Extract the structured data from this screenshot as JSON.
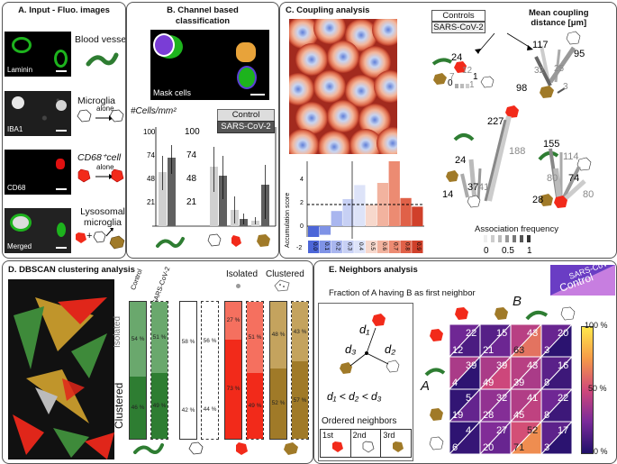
{
  "panelA": {
    "title": "A. Input - Fluo. images",
    "images": [
      {
        "label": "Laminin",
        "desc": "Blood vessels"
      },
      {
        "label": "IBA1",
        "desc": "Microglia"
      },
      {
        "label": "CD68",
        "desc": "CD68⁺cell"
      },
      {
        "label": "Merged",
        "desc": "Lysosomal microglia"
      }
    ],
    "alone_label": "alone",
    "plus_sign": "+"
  },
  "panelB": {
    "title_line1": "B. Channel based",
    "title_line2": "classification",
    "mask_label": "Mask cells",
    "ylabel": "#Cells/mm²",
    "yticks": [
      "100",
      "74",
      "48",
      "21"
    ],
    "legend": [
      "Control",
      "SARS-CoV-2"
    ]
  },
  "panelC": {
    "title": "C. Coupling analysis",
    "legend": [
      "Controls",
      "SARS-CoV-2"
    ],
    "distance_label_1": "Mean coupling",
    "distance_label_2": "distance [μm]",
    "accum_label": "Accumulation score",
    "accum_yticks": [
      "4",
      "2",
      "0",
      "-2"
    ],
    "accum_xticks": [
      "0.0",
      "0.1",
      "0.2",
      "0.3",
      "0.4",
      "0.5",
      "0.6",
      "0.7",
      "0.8",
      "0.9"
    ],
    "assoc_label": "Association frequency",
    "assoc_ticks": [
      "0",
      "0.5",
      "1"
    ],
    "groups": [
      {
        "a": "24",
        "b": "7",
        "c": "12",
        "d": "1",
        "e": "0",
        "f": "1"
      },
      {
        "a": "117",
        "b": "95",
        "c": "32",
        "d": "25",
        "e": "98",
        "f": "3"
      },
      {
        "a": "227",
        "b": "188",
        "c": "24",
        "d": "37",
        "e": "41",
        "f": "14"
      },
      {
        "a": "155",
        "b": "114",
        "c": "80",
        "d": "74",
        "e": "80",
        "f": "28"
      }
    ]
  },
  "panelD": {
    "title": "D. DBSCAN clustering analysis",
    "group_iso": "Isolated",
    "group_clu": "Clustered",
    "col_labels": [
      "Control",
      "SARS-CoV-2"
    ],
    "row_iso": "Isolated",
    "row_clu": "Clustered",
    "bars": [
      {
        "iso": "54 %",
        "clu": "46 %",
        "color": "#2e7d32",
        "light": "#6aa86d"
      },
      {
        "iso": "51 %",
        "clu": "49 %",
        "color": "#2e7d32",
        "light": "#6aa86d"
      },
      {
        "iso": "58 %",
        "clu": "42 %",
        "color": "#ffffff",
        "light": "#ffffff"
      },
      {
        "iso": "56 %",
        "clu": "44 %",
        "color": "#ffffff",
        "light": "#ffffff"
      },
      {
        "iso": "27 %",
        "clu": "73 %",
        "color": "#f22a1a",
        "light": "#f5705f"
      },
      {
        "iso": "51 %",
        "clu": "49 %",
        "color": "#f22a1a",
        "light": "#f5705f"
      },
      {
        "iso": "48 %",
        "clu": "52 %",
        "color": "#a07a28",
        "light": "#c4a35e"
      },
      {
        "iso": "43 %",
        "clu": "57 %",
        "color": "#a07a28",
        "light": "#c4a35e"
      }
    ]
  },
  "panelE": {
    "title": "E. Neighbors analysis",
    "subtitle": "Fraction of A having B as first neighbor",
    "legend_sars": "SARS-CoV-2",
    "legend_ctrl": "Control",
    "label_A": "A",
    "label_B": "B",
    "d1": "d₁",
    "d2": "d₂",
    "d3": "d₃",
    "ineq": "d₁ < d₂ < d₃",
    "ordered_label": "Ordered neighbors",
    "order": [
      "1st",
      "2nd",
      "3rd"
    ],
    "colorbar": [
      "100 %",
      "50 %",
      "0 %"
    ],
    "matrix": [
      [
        {
          "t": "22",
          "b": "12"
        },
        {
          "t": "15",
          "b": "21"
        },
        {
          "t": "43",
          "b": "63"
        },
        {
          "t": "20",
          "b": "3"
        }
      ],
      [
        {
          "t": "39",
          "b": "4"
        },
        {
          "t": "39",
          "b": "49"
        },
        {
          "t": "43",
          "b": "39"
        },
        {
          "t": "16",
          "b": "8"
        }
      ],
      [
        {
          "t": "5",
          "b": "19"
        },
        {
          "t": "32",
          "b": "28"
        },
        {
          "t": "41",
          "b": "45"
        },
        {
          "t": "22",
          "b": "8"
        }
      ],
      [
        {
          "t": "4",
          "b": "6"
        },
        {
          "t": "27",
          "b": "20"
        },
        {
          "t": "52",
          "b": "71"
        },
        {
          "t": "17",
          "b": "3"
        }
      ]
    ]
  }
}
